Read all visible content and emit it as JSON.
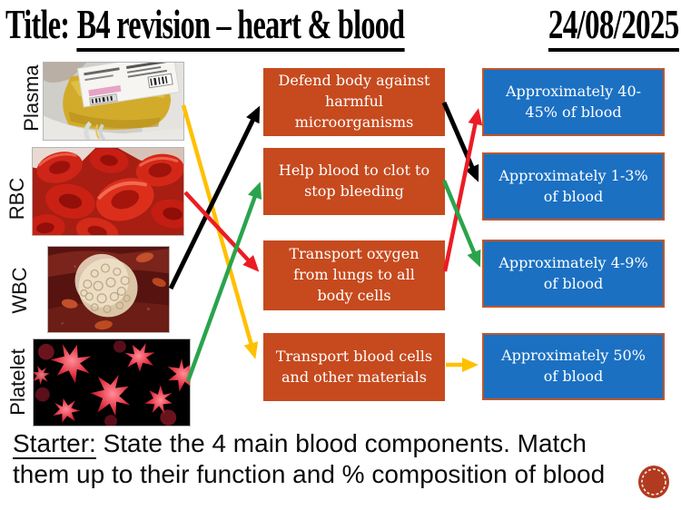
{
  "header": {
    "title_prefix": "Title:",
    "title": "B4 revision – heart & blood",
    "date": "24/08/2025"
  },
  "components": [
    {
      "label": "Plasma",
      "image": "plasma-bag-photo"
    },
    {
      "label": "RBC",
      "image": "red-blood-cells-photo"
    },
    {
      "label": "WBC",
      "image": "white-blood-cell-photo"
    },
    {
      "label": "Platelet",
      "image": "platelets-photo"
    }
  ],
  "function_boxes": [
    "Defend body against\nharmful\nmicroorganisms",
    "Help blood to clot to\nstop bleeding",
    "Transport oxygen\nfrom lungs to all\nbody cells",
    "Transport blood cells\nand other materials"
  ],
  "percentage_boxes": [
    "Approximately 40-\n45% of blood",
    "Approximately 1-3%\nof blood",
    "Approximately 4-9%\nof blood",
    "Approximately 50%\nof blood"
  ],
  "connections": {
    "component_to_function": [
      {
        "component": "Plasma",
        "function": "Transport blood cells and other materials",
        "color": "yellow"
      },
      {
        "component": "RBC",
        "function": "Transport oxygen from lungs to all body cells",
        "color": "red"
      },
      {
        "component": "WBC",
        "function": "Defend body against harmful microorganisms",
        "color": "black"
      },
      {
        "component": "Platelet",
        "function": "Help blood to clot to stop bleeding",
        "color": "green"
      }
    ],
    "function_to_percentage": [
      {
        "function": "Defend body against harmful microorganisms",
        "percentage": "Approximately 1-3% of blood",
        "color": "black"
      },
      {
        "function": "Help blood to clot to stop bleeding",
        "percentage": "Approximately 4-9% of blood",
        "color": "green"
      },
      {
        "function": "Transport oxygen from lungs to all body cells",
        "percentage": "Approximately 40-45% of blood",
        "color": "red"
      },
      {
        "function": "Transport blood cells and other materials",
        "percentage": "Approximately 50% of blood",
        "color": "yellow"
      }
    ]
  },
  "starter": {
    "label": "Starter:",
    "text": "State the 4 main blood components. Match them up to their function and % composition of blood"
  },
  "colors": {
    "function_box": "#C64A1E",
    "percentage_box": "#1B70C2",
    "percentage_box_border": "#C0562B",
    "arrow_yellow": "#FFC000",
    "arrow_red": "#EC1C24",
    "arrow_green": "#2AA44C",
    "arrow_black": "#000000"
  }
}
